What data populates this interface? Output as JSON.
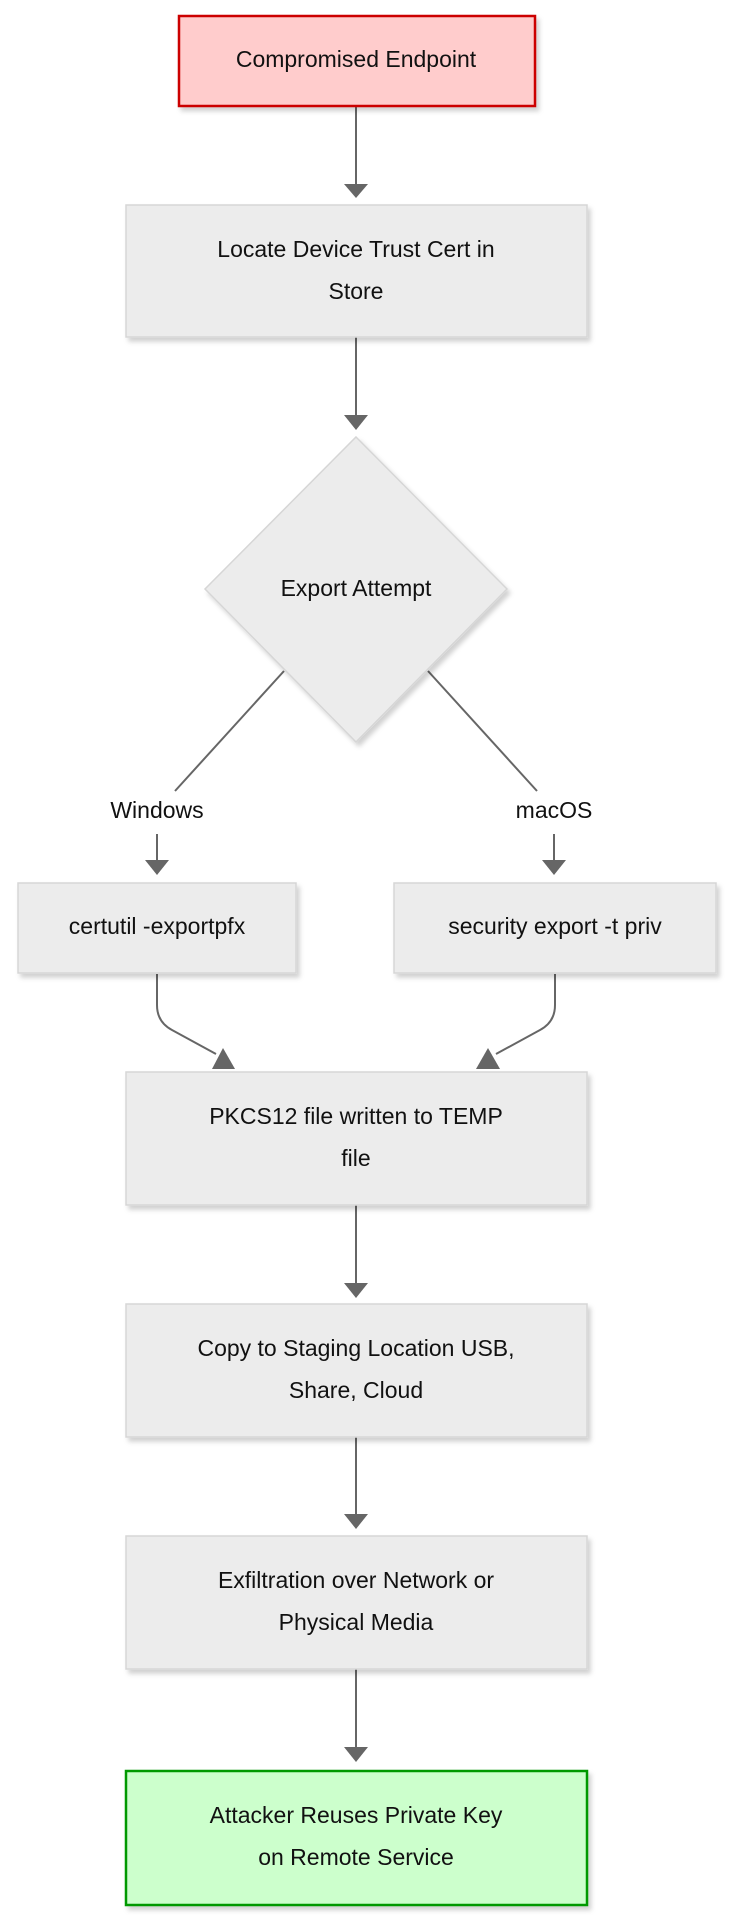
{
  "diagram": {
    "type": "flowchart",
    "colors": {
      "start_fill": "#ffcccc",
      "start_stroke": "#cc0000",
      "end_fill": "#ccffcc",
      "end_stroke": "#009900",
      "node_fill": "#ececec",
      "edge": "#666666"
    },
    "nodes": {
      "compromised": {
        "lines": [
          "Compromised Endpoint"
        ]
      },
      "locate": {
        "lines": [
          "Locate Device Trust Cert in",
          "Store"
        ]
      },
      "export": {
        "lines": [
          "Export Attempt"
        ]
      },
      "certutil": {
        "lines": [
          "certutil -exportpfx"
        ]
      },
      "security": {
        "lines": [
          "security export -t priv"
        ]
      },
      "pkcs": {
        "lines": [
          "PKCS12 file written to TEMP",
          "file"
        ]
      },
      "copy": {
        "lines": [
          "Copy to Staging Location USB,",
          "Share, Cloud"
        ]
      },
      "exfil": {
        "lines": [
          "Exfiltration over Network or",
          "Physical Media"
        ]
      },
      "reuse": {
        "lines": [
          "Attacker Reuses Private Key",
          "on Remote Service"
        ]
      }
    },
    "edge_labels": {
      "windows": "Windows",
      "macos": "macOS"
    },
    "edges": [
      {
        "from": "compromised",
        "to": "locate"
      },
      {
        "from": "locate",
        "to": "export"
      },
      {
        "from": "export",
        "to": "certutil",
        "label": "Windows"
      },
      {
        "from": "export",
        "to": "security",
        "label": "macOS"
      },
      {
        "from": "certutil",
        "to": "pkcs"
      },
      {
        "from": "security",
        "to": "pkcs"
      },
      {
        "from": "pkcs",
        "to": "copy"
      },
      {
        "from": "copy",
        "to": "exfil"
      },
      {
        "from": "exfil",
        "to": "reuse"
      }
    ]
  }
}
